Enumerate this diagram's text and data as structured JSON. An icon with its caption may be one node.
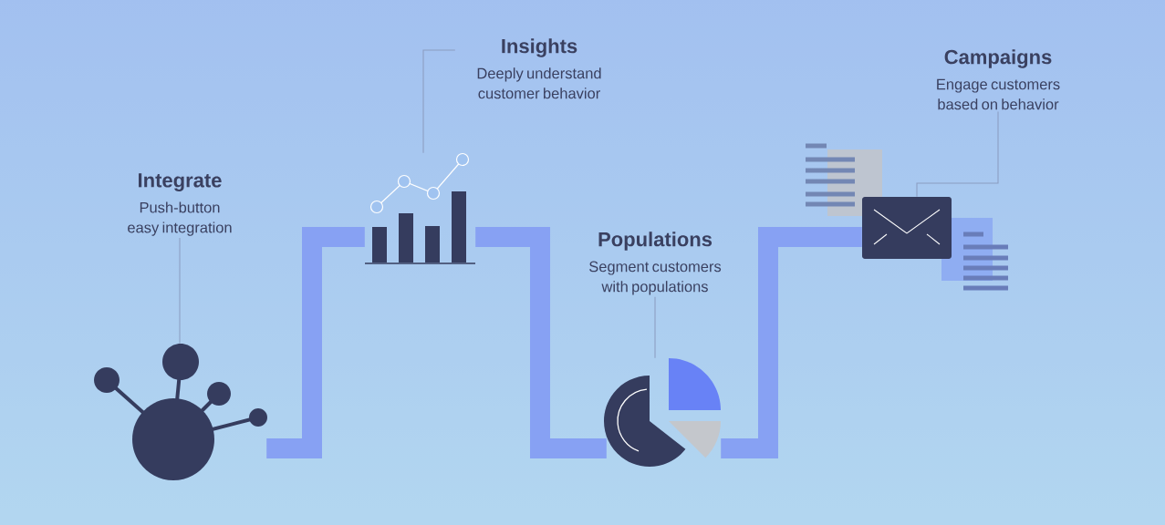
{
  "diagram": {
    "nodes": [
      {
        "text": [
          "Integrate",
          "Push-button easy integration"
        ]
      },
      {
        "text": [],
        "shape": "picture"
      },
      {
        "text": [
          "Insights",
          "Deeply understand customer behavior"
        ]
      },
      {
        "text": [],
        "shape": "picture"
      },
      {
        "text": [
          "Populations",
          "Segment customers with populations"
        ]
      },
      {
        "text": [],
        "shape": "picture"
      },
      {
        "text": [
          "Campaigns",
          "Engage customers based on behavior"
        ]
      },
      {
        "text": [],
        "shape": "picture"
      }
    ],
    "edges": [
      {
        "from": 0,
        "to": 1,
        "arrow": "none"
      },
      {
        "from": 2,
        "to": 3,
        "arrow": "none"
      },
      {
        "from": 4,
        "to": 5,
        "arrow": "none"
      },
      {
        "from": 6,
        "to": 7,
        "arrow": "none"
      },
      {
        "from": 1,
        "to": 3,
        "arrow": "none",
        "style": "thick",
        "color": "#87a1f3"
      },
      {
        "from": 3,
        "to": 5,
        "arrow": "none",
        "style": "thick",
        "color": "#87a1f3"
      },
      {
        "from": 5,
        "to": 7,
        "arrow": "none",
        "style": "thick",
        "color": "#87a1f3"
      }
    ]
  }
}
